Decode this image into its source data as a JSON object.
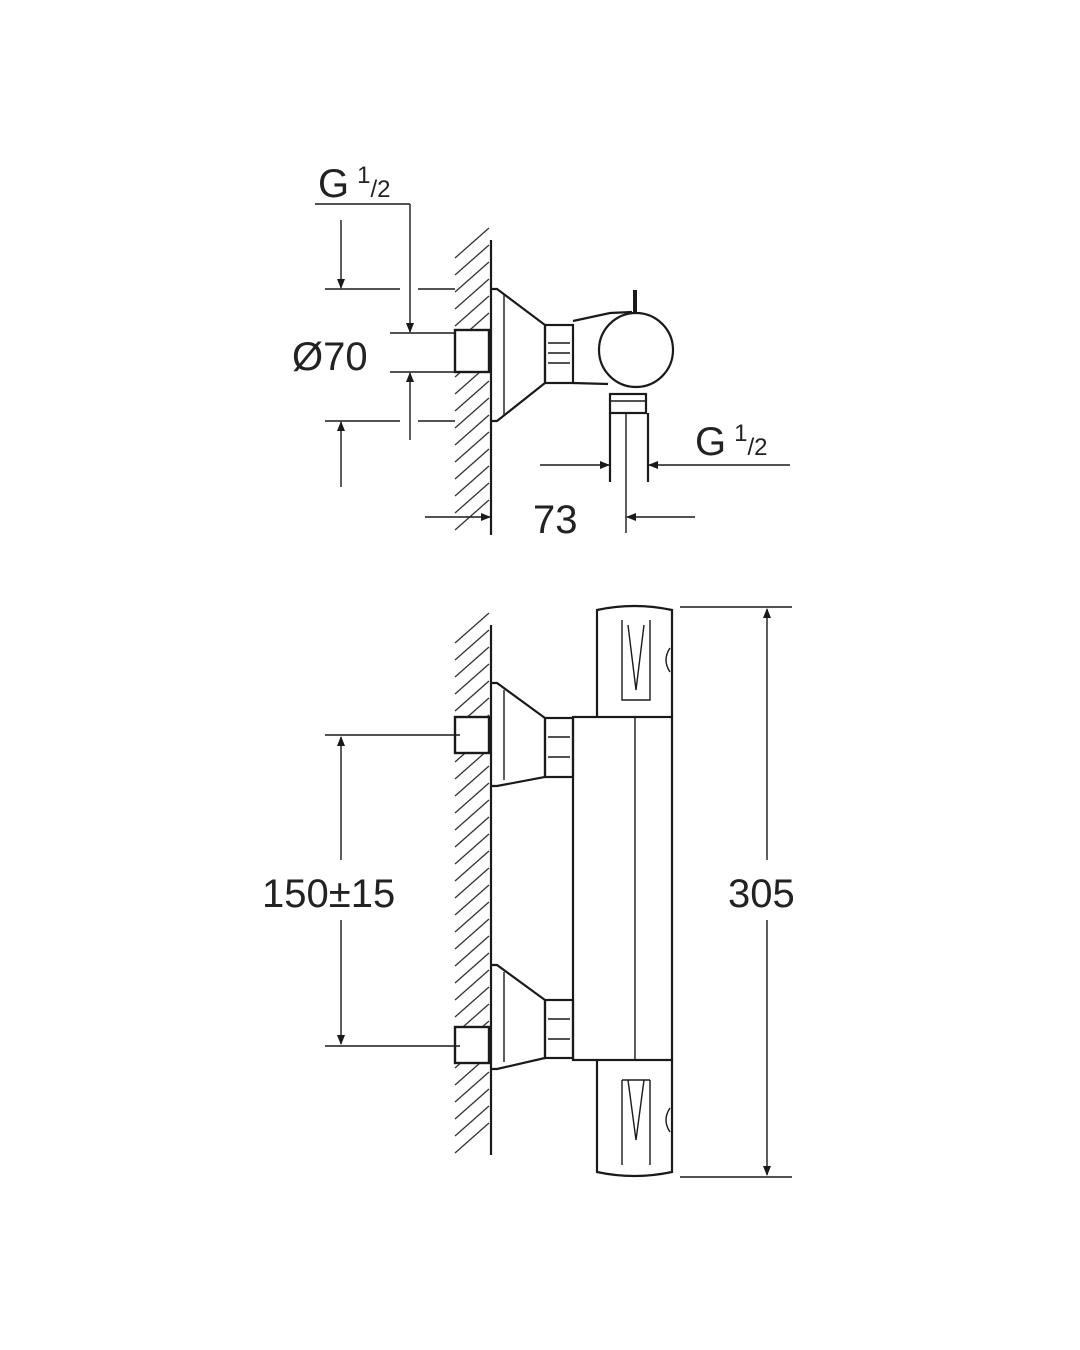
{
  "side_view": {
    "inlet_thread": {
      "main": "G",
      "num": "1",
      "den": "2"
    },
    "diameter": "Ø70",
    "outlet_thread": {
      "main": "G",
      "num": "1",
      "den": "2"
    },
    "projection": "73"
  },
  "front_view": {
    "inlet_spacing": "150±15",
    "height": "305"
  },
  "colors": {
    "line": "#1a1a1a",
    "background": "#ffffff"
  }
}
